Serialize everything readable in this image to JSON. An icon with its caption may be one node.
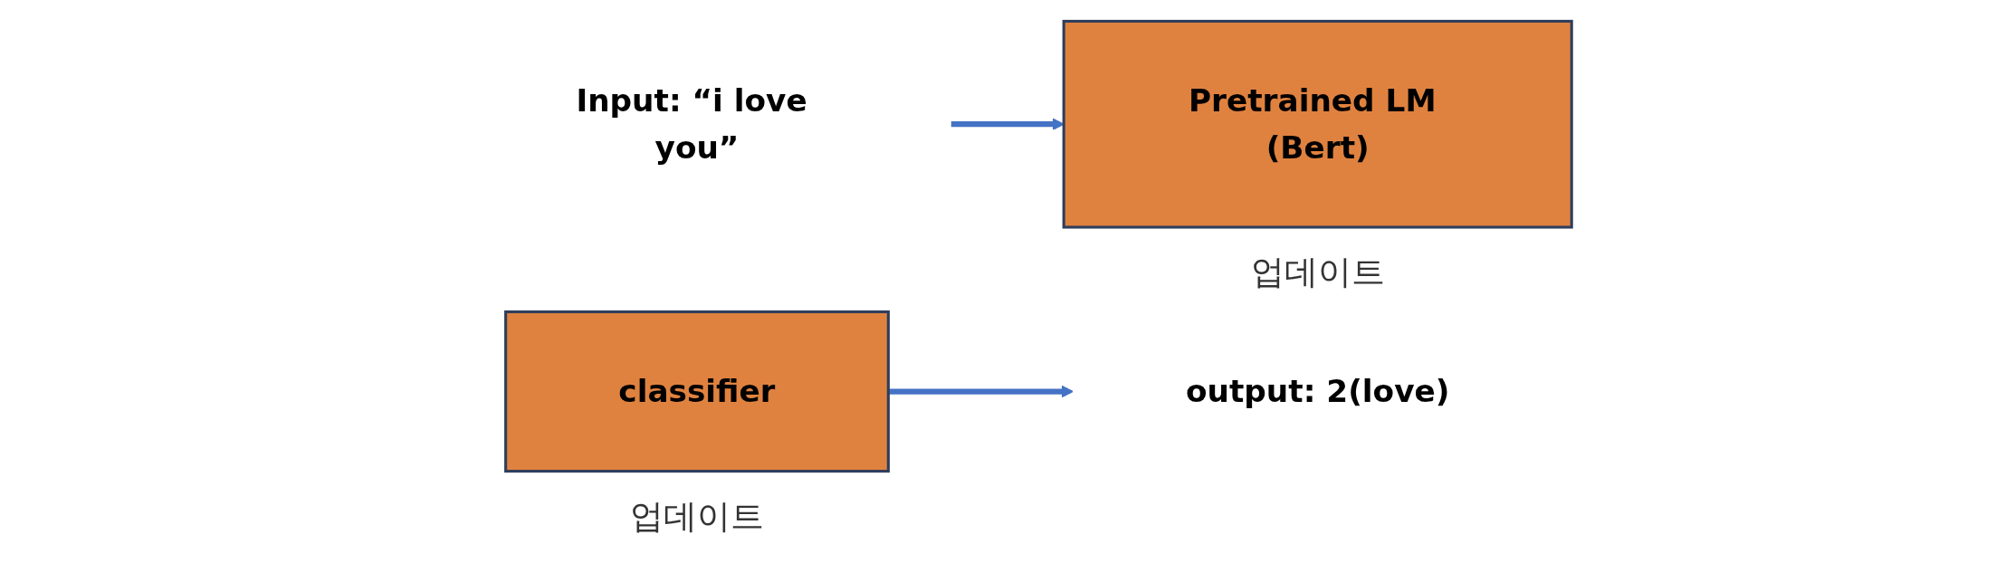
{
  "diagram": {
    "nodes": [
      {
        "text": [
          "Input: “i love you”"
        ]
      },
      {
        "text": [
          "Pretrained LM (Bert)"
        ],
        "beside": [
          "업데이트"
        ]
      },
      {
        "text": [
          "classifier"
        ],
        "beside": [
          "업데이트"
        ]
      },
      {
        "text": [
          "output: 2(love)"
        ]
      }
    ],
    "edges": [
      {
        "from": 0,
        "to": 1,
        "arrow": "to"
      },
      {
        "from": 2,
        "to": 3,
        "arrow": "to"
      }
    ]
  }
}
